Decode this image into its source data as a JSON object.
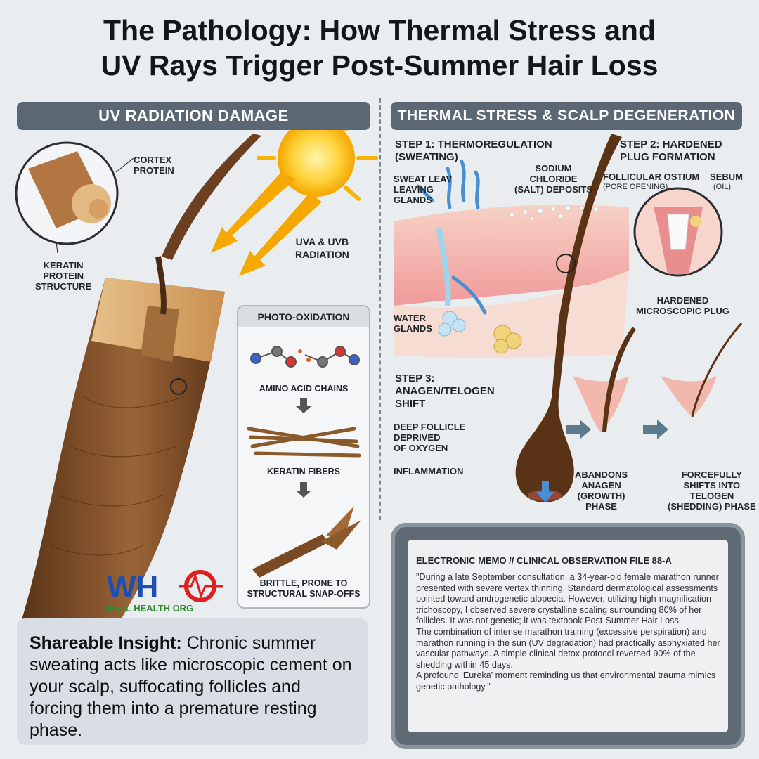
{
  "title": {
    "line1": "The Pathology: How Thermal Stress and",
    "line2": "UV Rays Trigger Post-Summer Hair Loss"
  },
  "uv_section": {
    "banner": "UV RADIATION DAMAGE",
    "cortex_label": "CORTEX\nPROTEIN",
    "keratin_label": "KERATIN\nPROTEIN\nSTRUCTURE",
    "radiation_label": "UVA & UVB\nRADIATION",
    "photo_oxidation": {
      "title": "PHOTO-OXIDATION",
      "amino": "AMINO ACID CHAINS",
      "keratin_fibers": "KERATIN FIBERS",
      "brittle": "BRITTLE, PRONE TO\nSTRUCTURAL SNAP-OFFS"
    }
  },
  "thermal_section": {
    "banner": "THERMAL STRESS & SCALP DEGENERATION",
    "step1": "STEP 1: THERMOREGULATION\n(SWEATING)",
    "sweat_label": "SWEAT LEAV\nLEAVING\nGLANDS",
    "sodium_label": "SODIUM\nCHLORIDE\n(SALT) DEPOSITS",
    "water_glands": "WATER\nGLANDS",
    "step2": "STEP 2: HARDENED\nPLUG FORMATION",
    "ostium": "FOLLICULAR OSTIUM",
    "ostium_sub": "(PORE OPENING)",
    "sebum": "SEBUM",
    "sebum_sub": "(OIL)",
    "plug_label": "HARDENED\nMICROSCOPIC PLUG",
    "step3": "STEP 3:\nANAGEN/TELOGEN\nSHIFT",
    "deep_follicle": "DEEP FOLLICLE\nDEPRIVED\nOF OXYGEN",
    "inflammation": "INFLAMMATION",
    "abandons": "ABANDONS\nANAGEN\n(GROWTH)\nPHASE",
    "shifts": "FORCEFULLY\nSHIFTS INTO\nTELOGEN\n(SHEDDING) PHASE"
  },
  "logo": {
    "letters": "WHO",
    "text": "WELL HEALTH ORG"
  },
  "insight": {
    "lead": "Shareable Insight:",
    "body": " Chronic summer sweating acts like microscopic cement on your scalp, suffocating follicles and forcing them into a premature resting phase."
  },
  "memo": {
    "title": "ELECTRONIC MEMO // CLINICAL OBSERVATION FILE 88-A",
    "body": "\"During a late September consultation, a 34-year-old female marathon runner presented with severe vertex thinning. Standard dermatological assessments pointed toward androgenetic alopecia. However, utilizing high-magnification trichoscopy, I observed severe crystalline scaling surrounding 80% of her follicles. It was not genetic; it was textbook Post-Summer Hair Loss.\nThe combination of intense marathon training (excessive perspiration) and marathon running in the sun (UV degradation) had practically asphyxiated her vascular pathways. A simple clinical detox protocol reversed 90% of the shedding within 45 days.\nA profound 'Eureka' moment reminding us that environmental trauma mimics genetic pathology.\""
  },
  "colors": {
    "banner": "#5b6873",
    "hair": "#6b3f1f",
    "skin": "#f3c6b8",
    "sun": "#f7b500",
    "arrow_blue": "#4a8fd1"
  }
}
